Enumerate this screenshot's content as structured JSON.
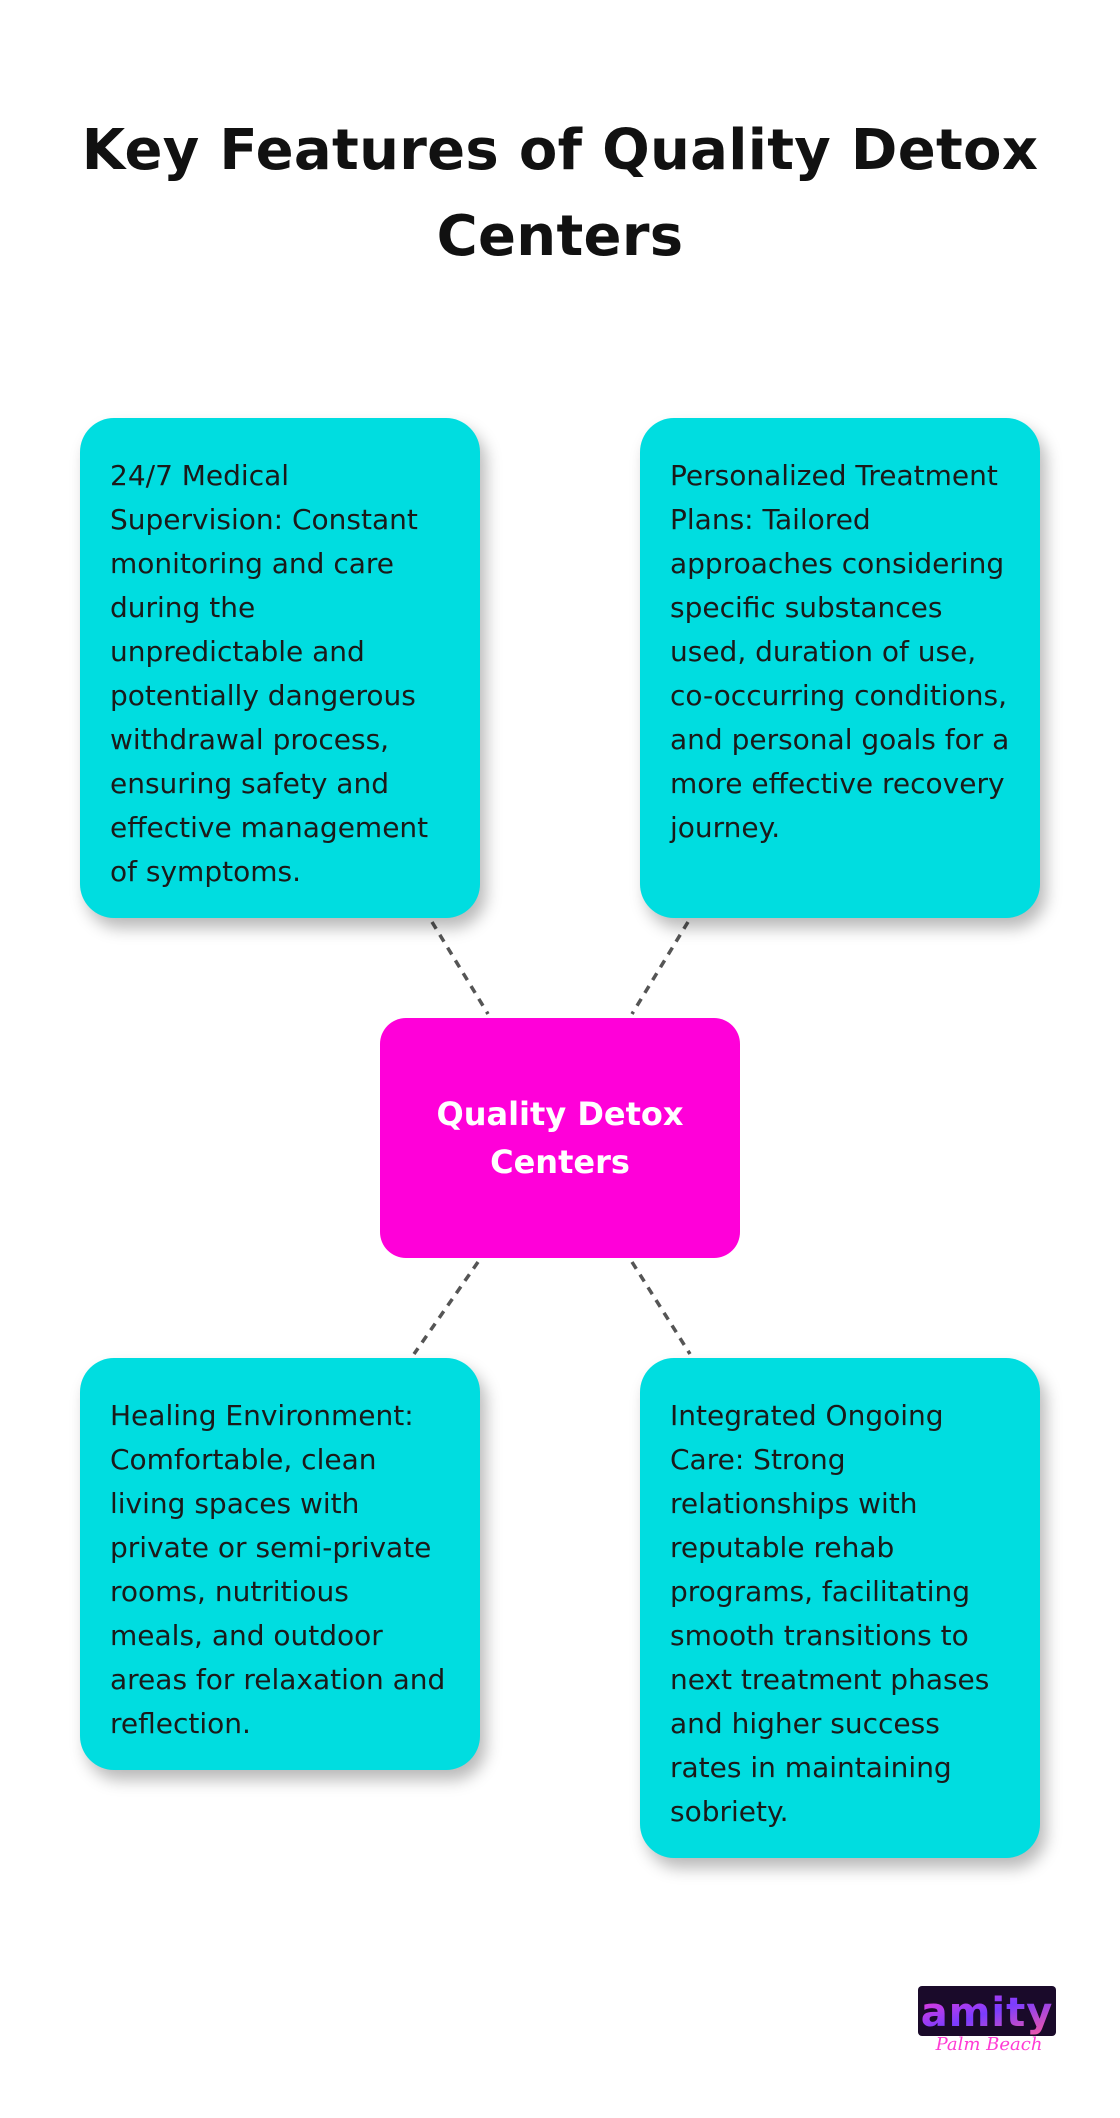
{
  "title": "Key Features of Quality Detox Centers",
  "center": {
    "label": "Quality Detox Centers"
  },
  "cards": [
    {
      "text": "24/7 Medical Supervision: Constant monitoring and care during the unpredictable and potentially dangerous withdrawal process, ensuring safety and effective management of symptoms."
    },
    {
      "text": "Personalized Treatment Plans: Tailored approaches considering specific substances used, duration of use, co-occurring conditions, and personal goals for a more effective recovery journey."
    },
    {
      "text": "Healing Environment: Comfortable, clean living spaces with private or semi-private rooms, nutritious meals, and outdoor areas for relaxation and reflection."
    },
    {
      "text": "Integrated Ongoing Care: Strong relationships with reputable rehab programs, facilitating smooth transitions to next treatment phases and higher success rates in maintaining sobriety."
    }
  ],
  "logo": {
    "brand": "amity",
    "script": "Palm Beach"
  },
  "colors": {
    "card": "#00dde0",
    "center": "#ff00d9",
    "connector": "#555555"
  }
}
